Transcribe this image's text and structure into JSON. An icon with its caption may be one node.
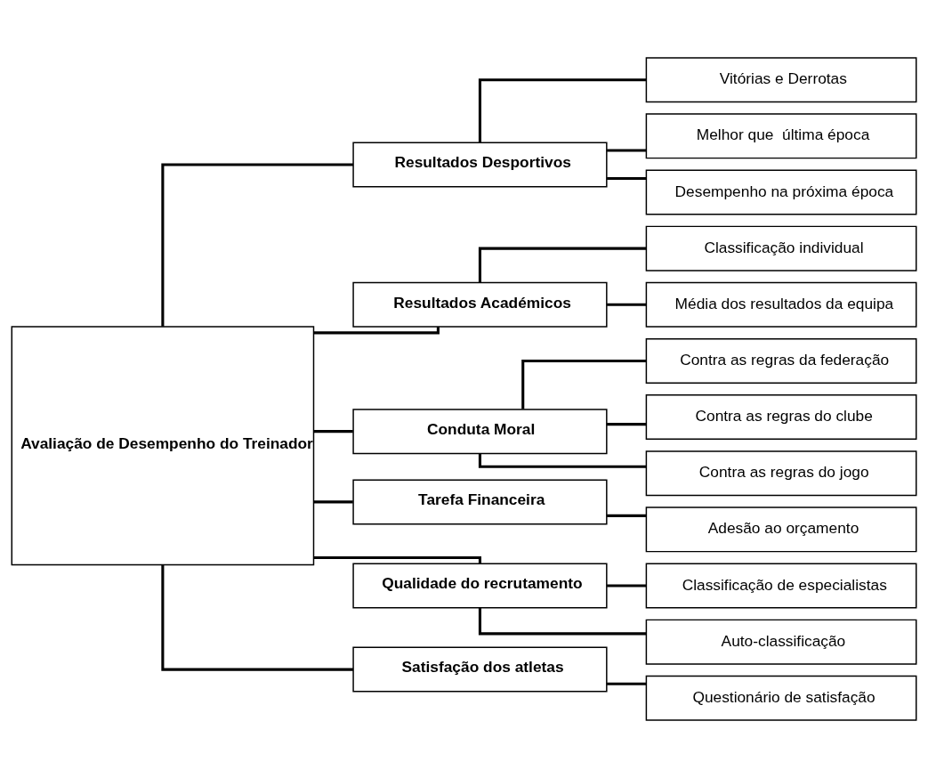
{
  "diagram": {
    "nodes": [
      {
        "text": [
          "Avaliação de Desempenho do Treinador"
        ]
      },
      {
        "text": [
          "Resultados Desportivos"
        ]
      },
      {
        "text": [
          "Vitórias e Derrotas"
        ]
      },
      {
        "text": [
          "Melhor que  última época"
        ]
      },
      {
        "text": [
          "Desempenho na próxima época"
        ]
      },
      {
        "text": [
          "Resultados Académicos"
        ]
      },
      {
        "text": [
          "Classificação individual"
        ]
      },
      {
        "text": [
          "Média dos resultados da equipa"
        ]
      },
      {
        "text": [
          "Conduta Moral"
        ]
      },
      {
        "text": [
          "Contra as regras da federação"
        ]
      },
      {
        "text": [
          "Contra as regras do clube"
        ]
      },
      {
        "text": [
          "Contra as regras do jogo"
        ]
      },
      {
        "text": [
          "Tarefa Financeira"
        ]
      },
      {
        "text": [
          "Adesão ao orçamento"
        ]
      },
      {
        "text": [
          "Qualidade do recrutamento"
        ]
      },
      {
        "text": [
          "Classificação de especialistas"
        ]
      },
      {
        "text": [
          "Auto-classificação"
        ]
      },
      {
        "text": [
          "Satisfação dos atletas"
        ]
      },
      {
        "text": [
          "Questionário de satisfação"
        ]
      }
    ],
    "edges": [
      {
        "from": 0,
        "to": 1,
        "arrow": "none"
      },
      {
        "from": 1,
        "to": 2,
        "arrow": "none"
      },
      {
        "from": 1,
        "to": 3,
        "arrow": "none"
      },
      {
        "from": 1,
        "to": 4,
        "arrow": "none"
      },
      {
        "from": 0,
        "to": 5,
        "arrow": "none"
      },
      {
        "from": 5,
        "to": 6,
        "arrow": "none"
      },
      {
        "from": 5,
        "to": 7,
        "arrow": "none"
      },
      {
        "from": 0,
        "to": 8,
        "arrow": "none"
      },
      {
        "from": 8,
        "to": 9,
        "arrow": "none"
      },
      {
        "from": 8,
        "to": 10,
        "arrow": "none"
      },
      {
        "from": 8,
        "to": 11,
        "arrow": "none"
      },
      {
        "from": 0,
        "to": 12,
        "arrow": "none"
      },
      {
        "from": 12,
        "to": 13,
        "arrow": "none"
      },
      {
        "from": 0,
        "to": 14,
        "arrow": "none"
      },
      {
        "from": 14,
        "to": 15,
        "arrow": "none"
      },
      {
        "from": 14,
        "to": 16,
        "arrow": "none"
      },
      {
        "from": 0,
        "to": 17,
        "arrow": "none"
      },
      {
        "from": 17,
        "to": 18,
        "arrow": "none"
      }
    ]
  }
}
